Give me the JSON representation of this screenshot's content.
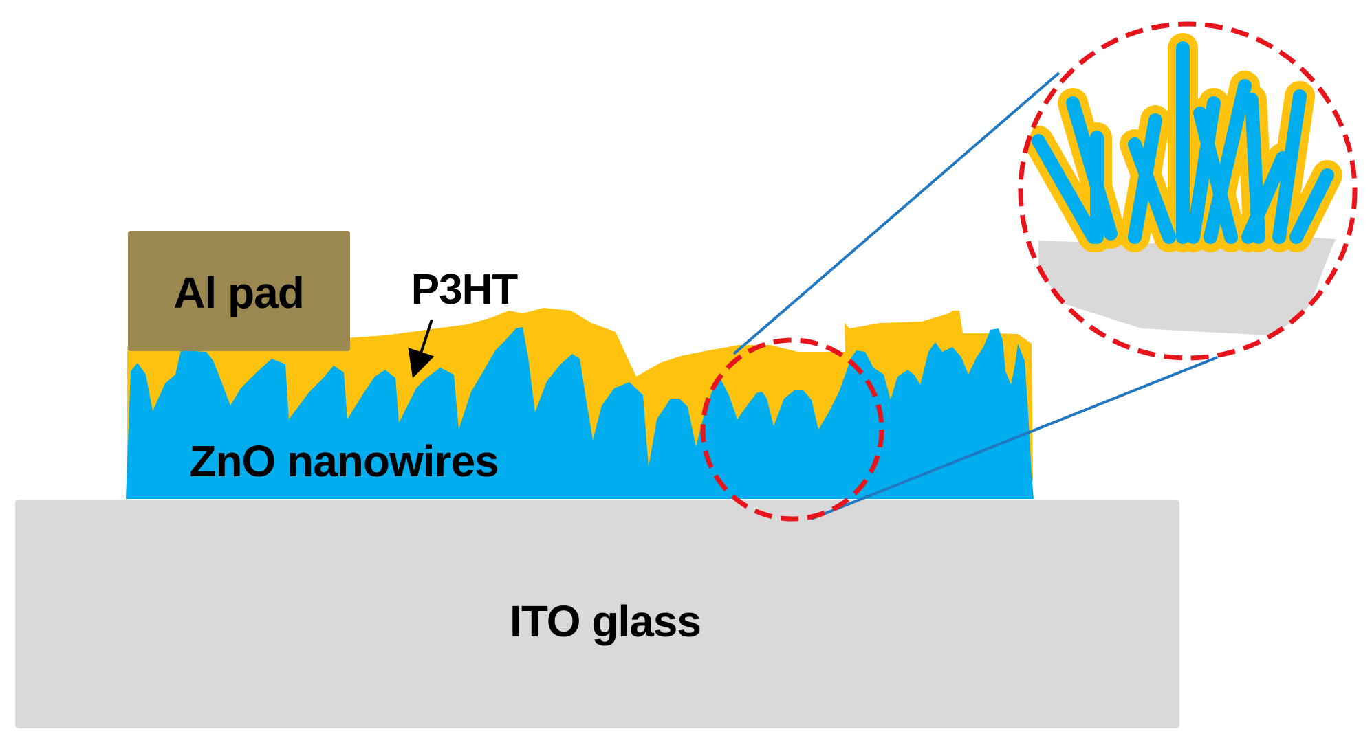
{
  "labels": {
    "al_pad": "Al pad",
    "p3ht": "P3HT",
    "zno": "ZnO nanowires",
    "ito": "ITO glass"
  },
  "colors": {
    "glass": "#d9d9d9",
    "al_pad": "#9a8850",
    "p3ht": "#ffc20e",
    "zno": "#00aeef",
    "zoom_circle": "#e8141b",
    "zoom_line": "#1f78c1",
    "arrow": "#000000"
  }
}
